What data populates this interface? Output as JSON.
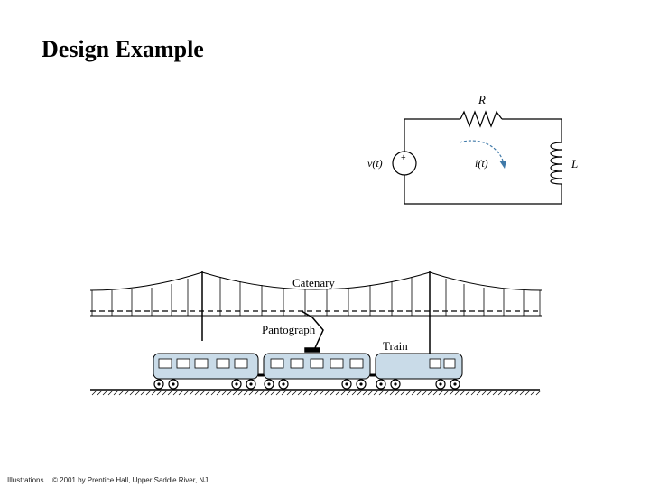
{
  "slide": {
    "title": "Design Example",
    "footer_left": "Illustrations",
    "footer_right": "© 2001 by Prentice Hall, Upper Saddle River, NJ"
  },
  "circuit": {
    "resistor_label": "R",
    "inductor_label": "L",
    "source_label": "v(t)",
    "current_label": "i(t)",
    "plus_sign": "+",
    "minus_sign": "–"
  },
  "railway": {
    "catenary_label": "Catenary",
    "pantograph_label": "Pantograph",
    "train_label": "Train"
  },
  "colors": {
    "car_fill": "#c9dbe8",
    "arrow": "#3f79a8",
    "line": "#000000"
  }
}
